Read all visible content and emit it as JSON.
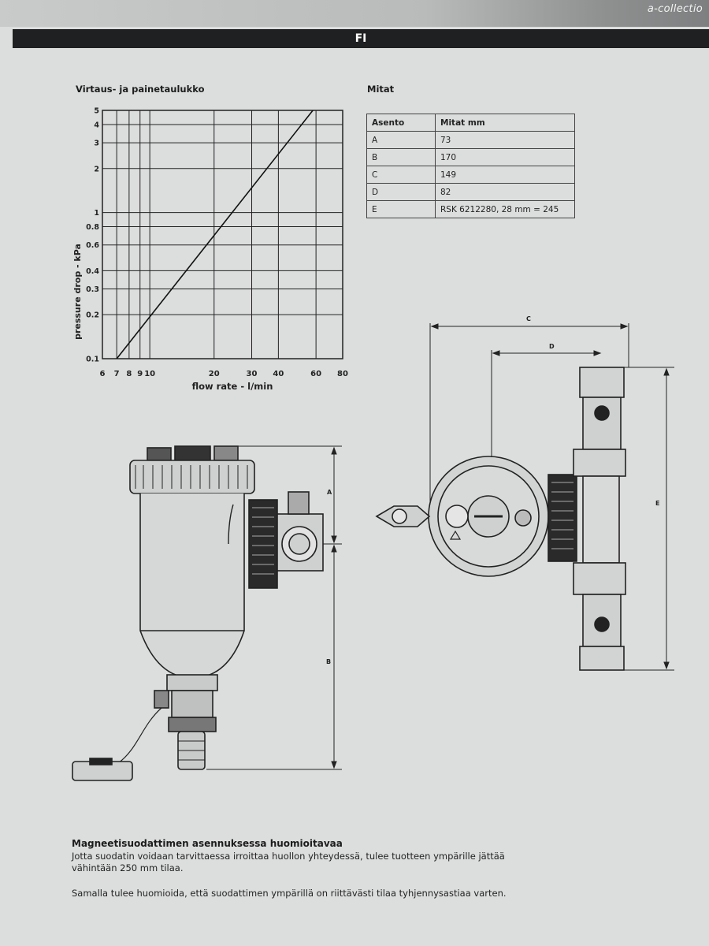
{
  "header": {
    "brand": "a-collectio",
    "section_label": "FI"
  },
  "flow_chart": {
    "title": "Virtaus- ja painetaulukko"
  },
  "chart_data": {
    "type": "line",
    "xlabel": "flow rate - l/min",
    "ylabel": "pressure drop - kPa",
    "xscale": "log",
    "yscale": "log",
    "xlim": [
      6,
      80
    ],
    "ylim": [
      0.1,
      5
    ],
    "x_ticks": [
      "6",
      "7",
      "8",
      "9",
      "10",
      "20",
      "30",
      "40",
      "60",
      "80"
    ],
    "y_ticks": [
      "0.1",
      "0.2",
      "0.3",
      "0.4",
      "0.6",
      "0.8",
      "1",
      "2",
      "3",
      "4",
      "5"
    ],
    "grid": true,
    "series": [
      {
        "x": [
          7,
          58
        ],
        "y": [
          0.1,
          5
        ]
      }
    ]
  },
  "dimensions": {
    "title": "Mitat",
    "header": [
      "Asento",
      "Mitat mm"
    ],
    "rows": [
      [
        "A",
        "73"
      ],
      [
        "B",
        "170"
      ],
      [
        "C",
        "149"
      ],
      [
        "D",
        "82"
      ],
      [
        "E",
        "RSK 6212280, 28 mm = 245"
      ]
    ]
  },
  "drawing": {
    "labels": {
      "a": "A",
      "b": "B",
      "c": "C",
      "d": "D",
      "e": "E"
    }
  },
  "notes": {
    "title": "Magneetisuodattimen asennuksessa huomioitavaa",
    "para1_line1": "Jotta suodatin voidaan tarvittaessa irroittaa huollon yhteydessä, tulee tuotteen ympärille jättää",
    "para1_line2": "vähintään 250 mm tilaa.",
    "para2": "Samalla tulee huomioida, että suodattimen ympärillä on riittävästi tilaa tyhjennysastiaa varten."
  }
}
